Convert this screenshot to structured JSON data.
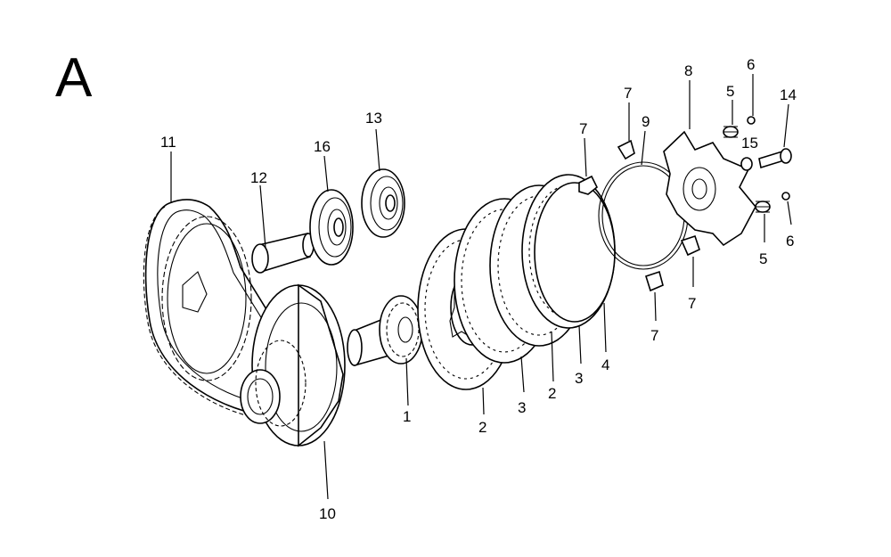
{
  "diagram": {
    "section_letter": "A",
    "callouts": [
      "11",
      "12",
      "16",
      "13",
      "1",
      "2",
      "3",
      "2",
      "3",
      "4",
      "7",
      "7",
      "9",
      "8",
      "5",
      "6",
      "14",
      "15",
      "5",
      "6",
      "7",
      "7",
      "10"
    ]
  },
  "icons": {
    "chain": "drive-chain-icon",
    "sprocket": "sprocket-icon",
    "shaft": "shaft-icon",
    "bearing": "ball-bearing-icon",
    "gear": "gear-icon",
    "clutch_plate": "clutch-plate-icon",
    "clip": "clip-icon",
    "spring": "spring-icon",
    "bolt": "bolt-icon"
  }
}
